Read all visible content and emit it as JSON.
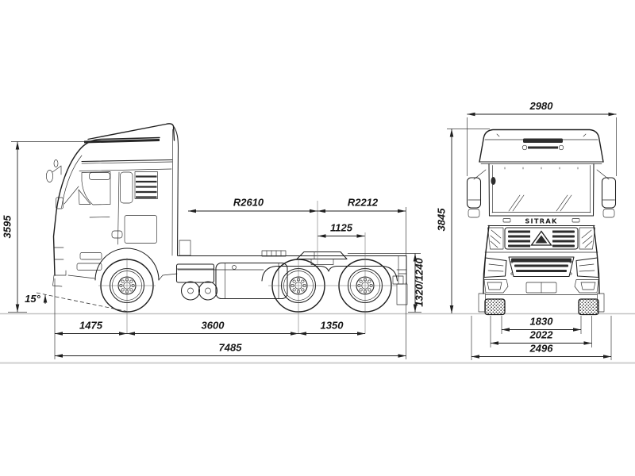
{
  "colors": {
    "line": "#1f1f1f",
    "background": "#ffffff",
    "ground_shadow": "#d7d7d7"
  },
  "side_view": {
    "overall_height": "3595",
    "approach_angle": "15°",
    "front_clearance_radius": "R2610",
    "rear_clearance_radius": "R2212",
    "fifth_wheel_to_rear_axle": "1125",
    "fifth_wheel_height": "1320/1240",
    "front_overhang": "1475",
    "wheelbase": "3600",
    "rear_axle_spacing": "1350",
    "overall_length": "7485"
  },
  "front_view": {
    "grille_text": "SITRAK",
    "overall_width": "2980",
    "overall_height": "3845",
    "front_track": "1830",
    "width_over_tires": "2022",
    "bumper_width": "2496"
  }
}
